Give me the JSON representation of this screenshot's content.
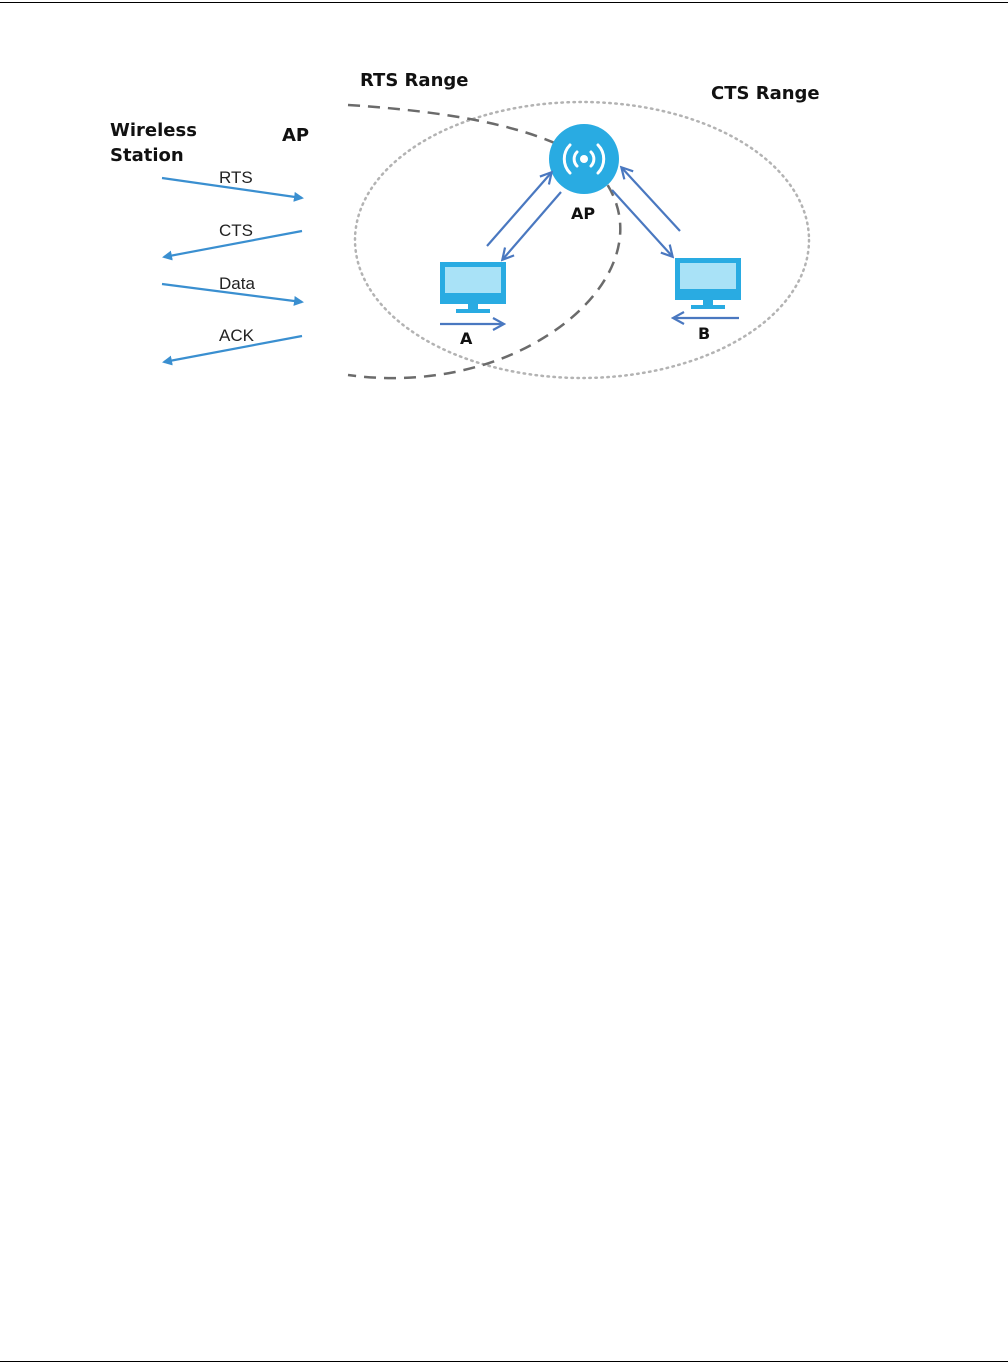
{
  "exchange": {
    "station_label_line1": "Wireless",
    "station_label_line2": "Station",
    "ap_label": "AP",
    "messages": [
      "RTS",
      "CTS",
      "Data",
      "ACK"
    ]
  },
  "ranges": {
    "rts_label": "RTS Range",
    "cts_label": "CTS Range"
  },
  "nodes": {
    "ap_label": "AP",
    "station_a_label": "A",
    "station_b_label": "B"
  },
  "colors": {
    "message_arrow": "#3a8fd0",
    "link_arrow": "#4a78c0",
    "device_blue": "#29abe2",
    "screen_fill": "#a9e2f7",
    "rts_range_line": "#6b6b6b",
    "cts_range_line": "#b3b3b3"
  }
}
